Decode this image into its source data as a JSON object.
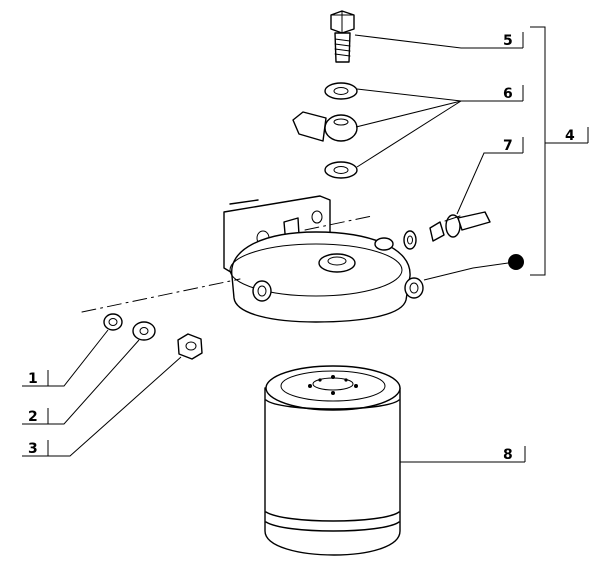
{
  "callouts": [
    {
      "id": "1",
      "label": "1",
      "part": "washer"
    },
    {
      "id": "2",
      "label": "2",
      "part": "washer"
    },
    {
      "id": "3",
      "label": "3",
      "part": "nut"
    },
    {
      "id": "4",
      "label": "4",
      "part": "filter-head-assembly"
    },
    {
      "id": "5",
      "label": "5",
      "part": "hollow-bolt"
    },
    {
      "id": "6",
      "label": "6",
      "part": "banjo-fitting-with-seals"
    },
    {
      "id": "7",
      "label": "7",
      "part": "bleed-screw"
    },
    {
      "id": "8",
      "label": "8",
      "part": "filter-cartridge"
    }
  ],
  "colors": {
    "ink": "#000000",
    "paper": "#ffffff"
  }
}
